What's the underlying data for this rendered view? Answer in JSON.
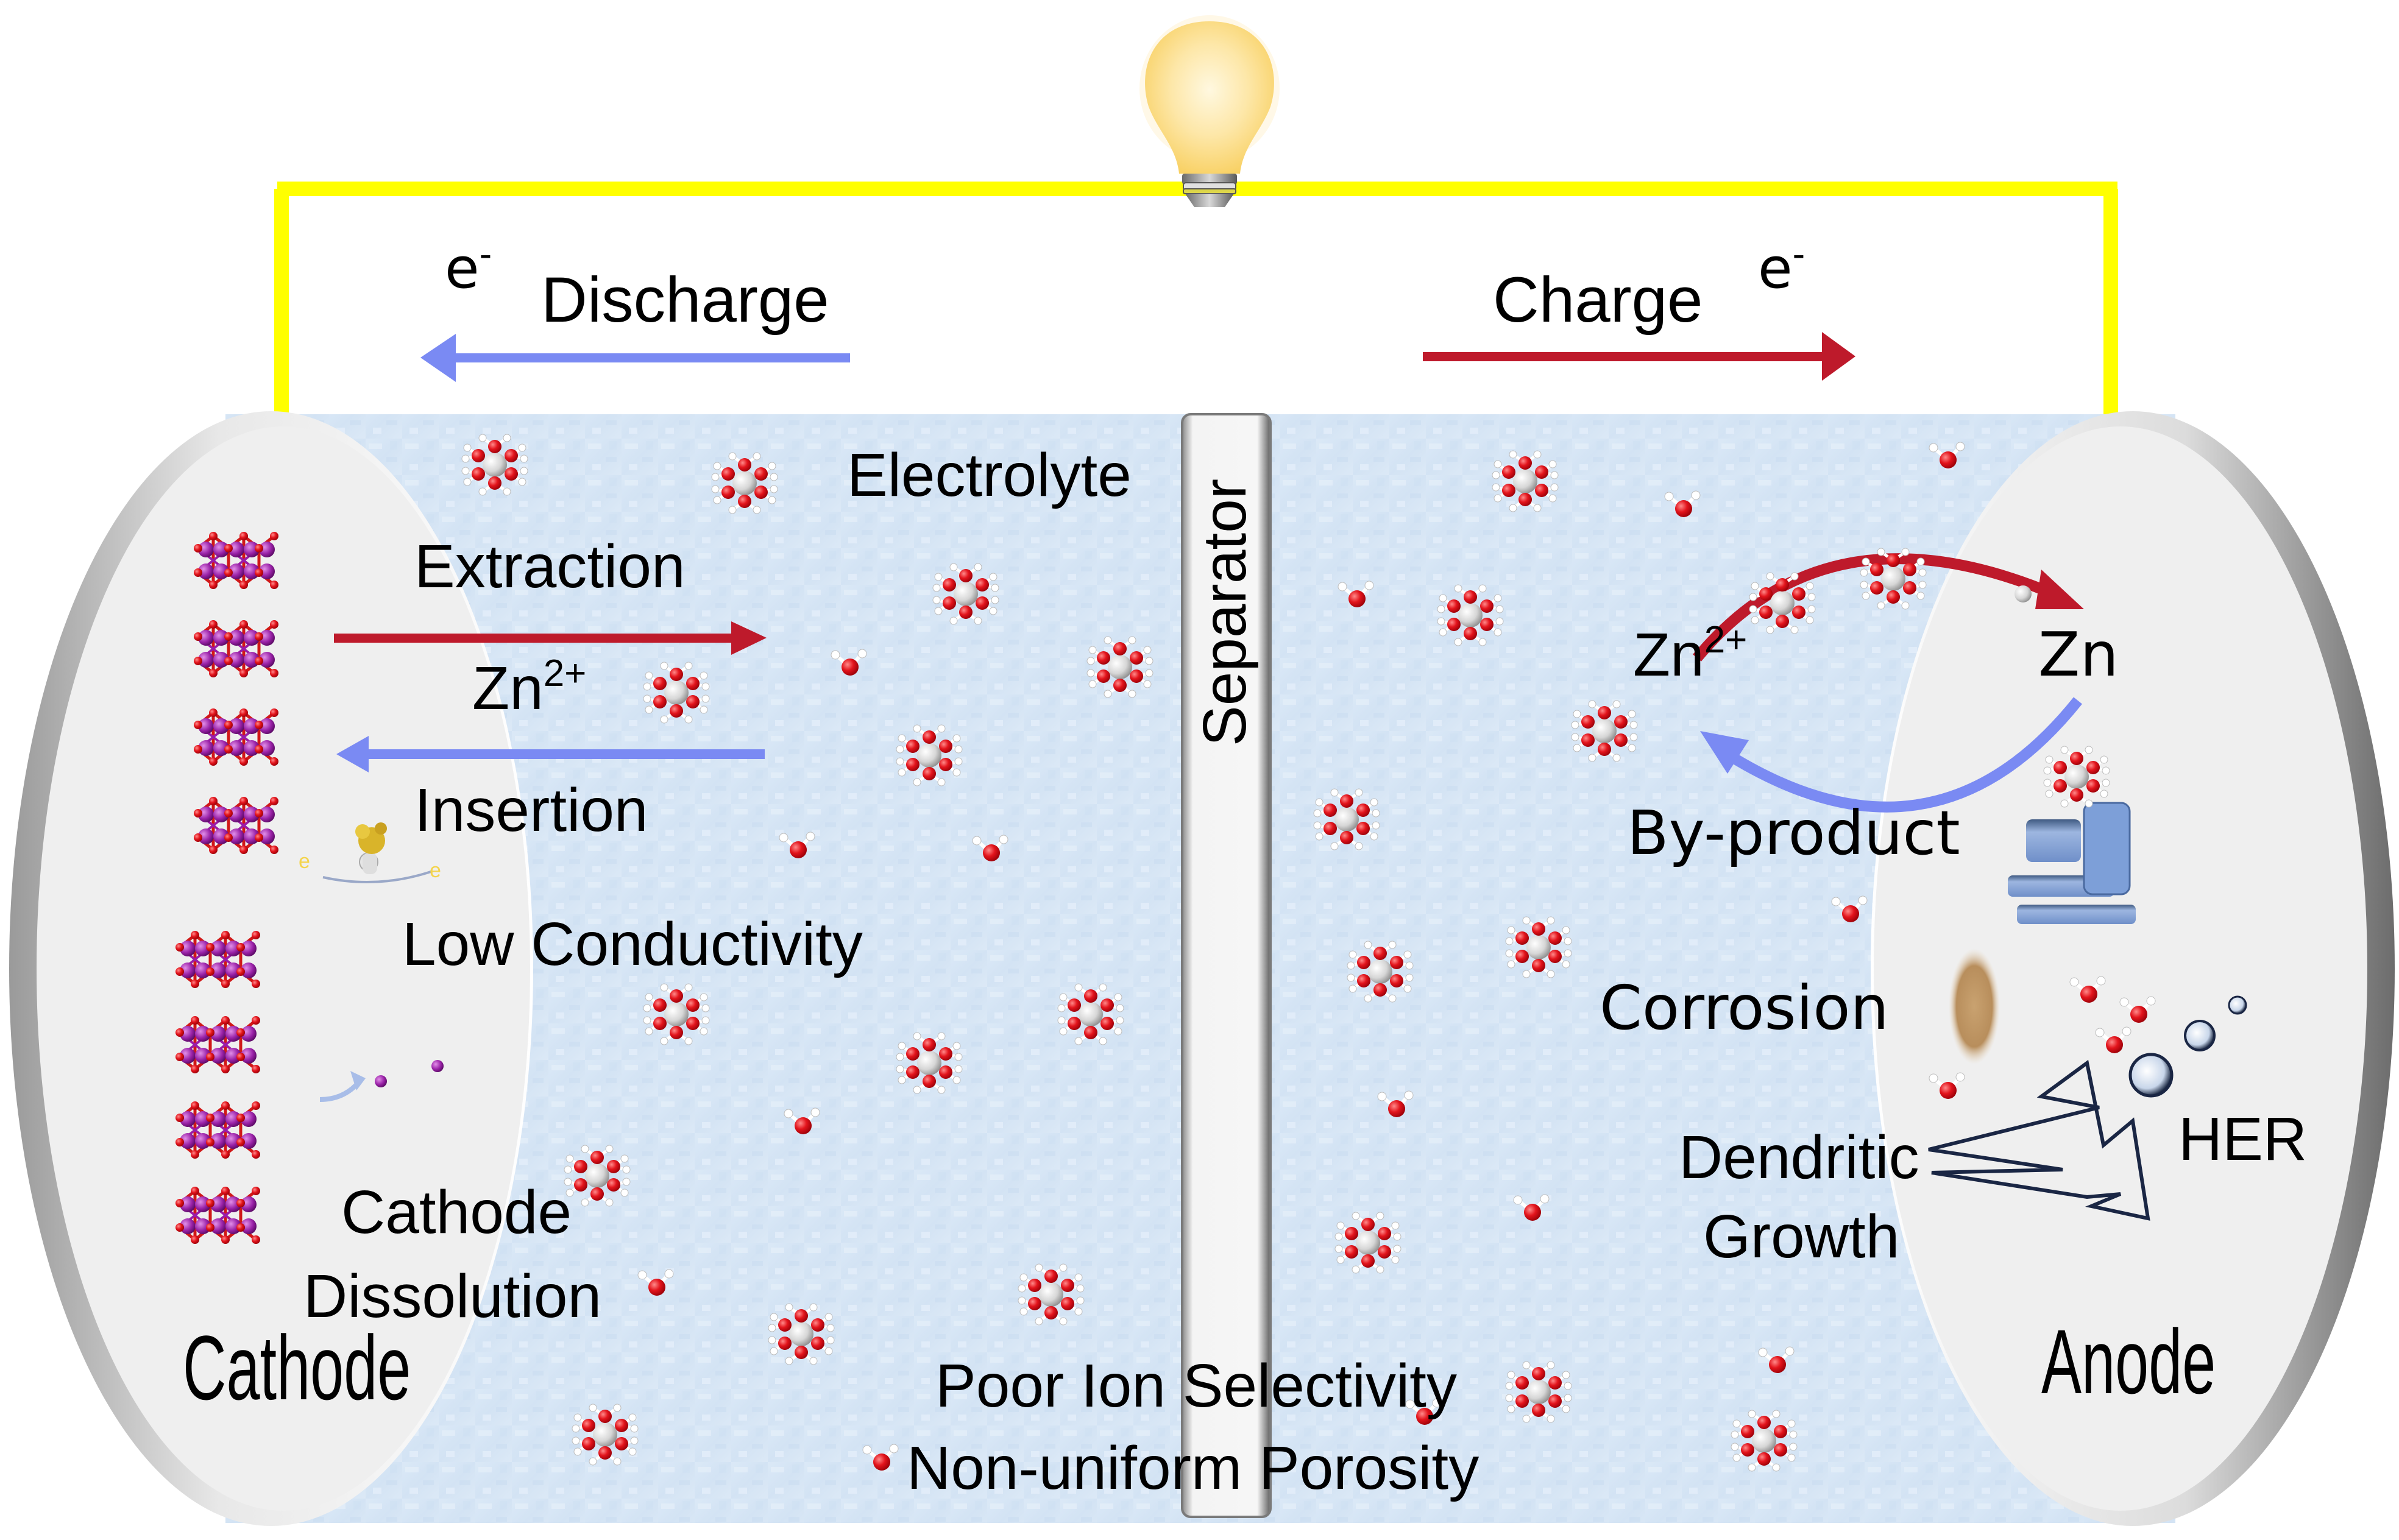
{
  "figure": {
    "title": "Aqueous zinc-ion battery challenges schematic",
    "colors": {
      "wire": "#ffff00",
      "electrolyte": "#d6e6f6",
      "electrode": "#efefef",
      "charge_arrow": "#be1a2b",
      "discharge_arrow": "#7a8af3",
      "oxygen": "#e0101a",
      "hydrogen": "#ffffff",
      "zinc": "#d9d9d9",
      "cathode_metal": "#8e1a9a",
      "byproduct": "#7d9fd8"
    }
  },
  "circuit": {
    "bulb_icon": "light-bulb-icon",
    "discharge": {
      "label": "Discharge",
      "electron": "e",
      "electron_sup": "-",
      "direction": "left"
    },
    "charge": {
      "label": "Charge",
      "electron": "e",
      "electron_sup": "-",
      "direction": "right"
    }
  },
  "electrolyte": {
    "label": "Electrolyte"
  },
  "separator": {
    "label": "Separator",
    "issues": [
      "Poor Ion Selectivity",
      "Non-uniform Porosity"
    ]
  },
  "cathode": {
    "label": "Cathode",
    "extraction_label": "Extraction",
    "ion_label": "Zn",
    "ion_sup": "2+",
    "insertion_label": "Insertion",
    "issues": {
      "conductivity": "Low Conductivity",
      "dissolution_line1": "Cathode",
      "dissolution_line2": "Dissolution"
    }
  },
  "anode": {
    "label": "Anode",
    "ion_label": "Zn",
    "ion_sup": "2+",
    "metal_label": "Zn",
    "issues": {
      "byproduct": "By-product",
      "corrosion": "Corrosion",
      "her": "HER",
      "dendrite_line1": "Dendritic",
      "dendrite_line2": "Growth"
    }
  }
}
